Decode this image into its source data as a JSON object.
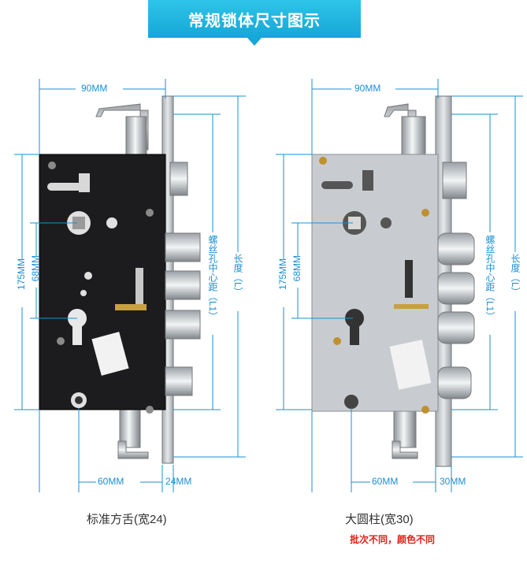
{
  "banner": {
    "title": "常规锁体尺寸图示"
  },
  "left_lock": {
    "width_label": "90MM",
    "height_68": "68MM",
    "height_175": "175MM",
    "bottom_60": "60MM",
    "bottom_faceplate": "24MM",
    "right_vertical_1": "螺丝孔中心距（L1）",
    "right_vertical_2": "长度（L）",
    "caption": "标准方舌(宽24)"
  },
  "right_lock": {
    "width_label": "90MM",
    "height_68": "68MM",
    "height_175": "175MM",
    "bottom_60": "60MM",
    "bottom_faceplate": "30MM",
    "right_vertical_1": "螺丝孔中心距（L1）",
    "right_vertical_2": "长度（L）",
    "caption": "大圆柱(宽30)",
    "note": "批次不同，颜色不同"
  },
  "colors": {
    "banner": "#1ab0de",
    "dimension": "#1b8fd6",
    "note": "#e0201a",
    "left_body": "#1c1c1e",
    "right_body": "#c8ccd0"
  }
}
